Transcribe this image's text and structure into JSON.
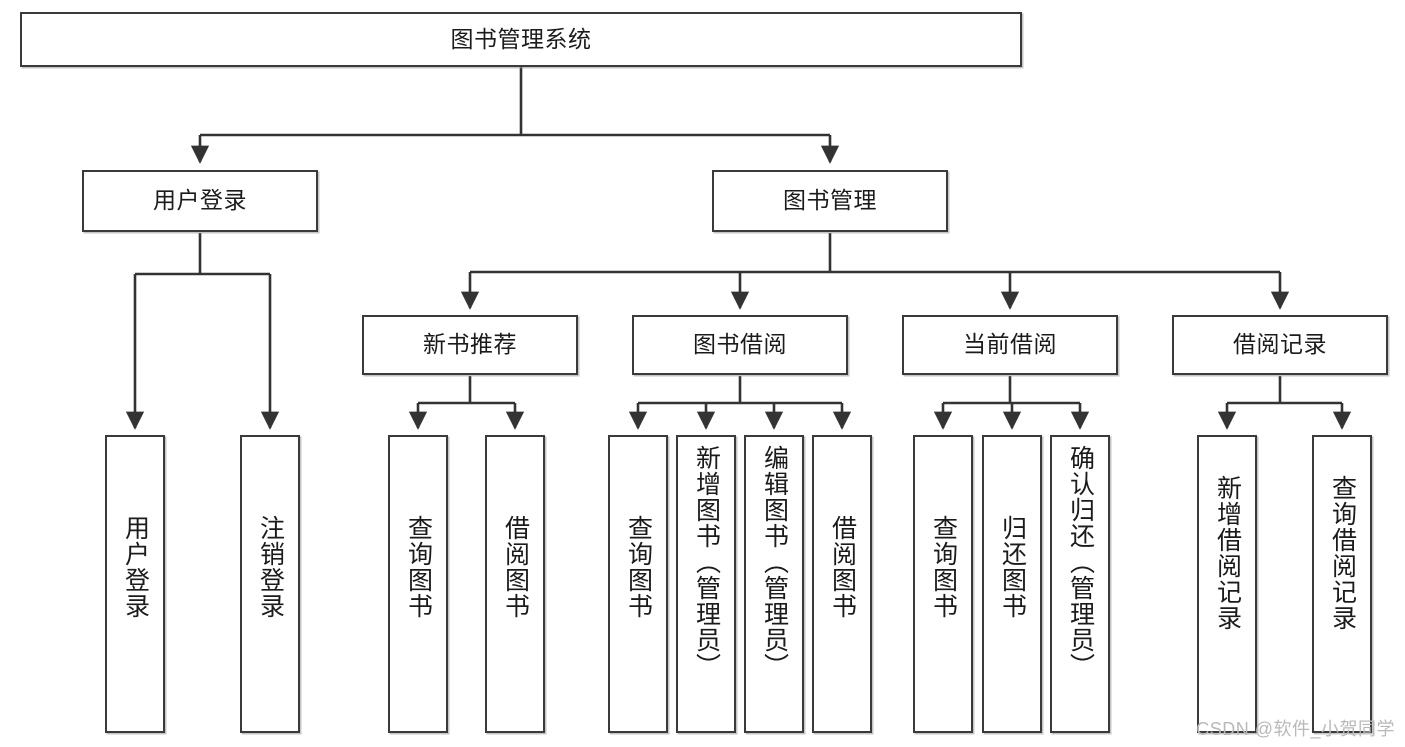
{
  "diagram": {
    "type": "tree",
    "title": "图书管理系统",
    "watermark": "CSDN @软件_小贺同学",
    "colors": {
      "box_border": "#3a3a3a",
      "box_fill": "#ffffff",
      "connector": "#333333",
      "text": "#1b1b1b",
      "watermark": "#b9b9b9"
    },
    "nodes": {
      "root": {
        "label": "图书管理系统",
        "level": 1,
        "orientation": "horizontal"
      },
      "l2": [
        {
          "id": "user-login",
          "label": "用户登录",
          "level": 2,
          "orientation": "horizontal"
        },
        {
          "id": "book-manage",
          "label": "图书管理",
          "level": 2,
          "orientation": "horizontal"
        }
      ],
      "l3": [
        {
          "id": "new-book-rec",
          "label": "新书推荐",
          "level": 3,
          "orientation": "horizontal",
          "parent": "book-manage"
        },
        {
          "id": "book-borrow",
          "label": "图书借阅",
          "level": 3,
          "orientation": "horizontal",
          "parent": "book-manage"
        },
        {
          "id": "current-borrow",
          "label": "当前借阅",
          "level": 3,
          "orientation": "horizontal",
          "parent": "book-manage"
        },
        {
          "id": "borrow-record",
          "label": "借阅记录",
          "level": 3,
          "orientation": "horizontal",
          "parent": "book-manage"
        }
      ],
      "leaves": [
        {
          "id": "leaf-user-login",
          "label": "用户登录",
          "parent": "user-login",
          "orientation": "vertical"
        },
        {
          "id": "leaf-user-logout",
          "label": "注销登录",
          "parent": "user-login",
          "orientation": "vertical"
        },
        {
          "id": "leaf-query-book-1",
          "label": "查询图书",
          "parent": "new-book-rec",
          "orientation": "vertical"
        },
        {
          "id": "leaf-borrow-book-1",
          "label": "借阅图书",
          "parent": "new-book-rec",
          "orientation": "vertical"
        },
        {
          "id": "leaf-query-book-2",
          "label": "查询图书",
          "parent": "book-borrow",
          "orientation": "vertical"
        },
        {
          "id": "leaf-add-book",
          "label": "新增图书（管理员）",
          "parent": "book-borrow",
          "orientation": "vertical"
        },
        {
          "id": "leaf-edit-book",
          "label": "编辑图书（管理员）",
          "parent": "book-borrow",
          "orientation": "vertical"
        },
        {
          "id": "leaf-borrow-book-2",
          "label": "借阅图书",
          "parent": "book-borrow",
          "orientation": "vertical"
        },
        {
          "id": "leaf-query-book-3",
          "label": "查询图书",
          "parent": "current-borrow",
          "orientation": "vertical"
        },
        {
          "id": "leaf-return-book",
          "label": "归还图书",
          "parent": "current-borrow",
          "orientation": "vertical"
        },
        {
          "id": "leaf-confirm-return",
          "label": "确认归还（管理员）",
          "parent": "current-borrow",
          "orientation": "vertical"
        },
        {
          "id": "leaf-add-record",
          "label": "新增借阅记录",
          "parent": "borrow-record",
          "orientation": "vertical"
        },
        {
          "id": "leaf-query-record",
          "label": "查询借阅记录",
          "parent": "borrow-record",
          "orientation": "vertical"
        }
      ]
    }
  }
}
